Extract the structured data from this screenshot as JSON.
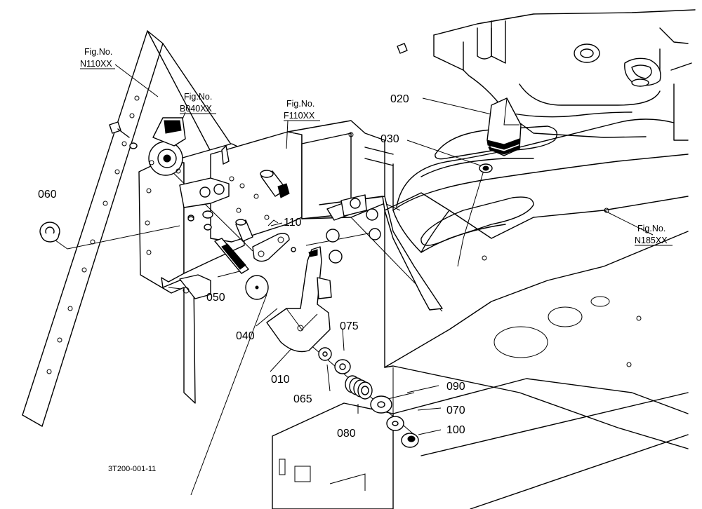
{
  "callouts": [
    {
      "id": "020",
      "text": "020"
    },
    {
      "id": "030",
      "text": "030"
    },
    {
      "id": "060",
      "text": "060"
    },
    {
      "id": "110",
      "text": "110"
    },
    {
      "id": "050",
      "text": "050"
    },
    {
      "id": "040",
      "text": "040"
    },
    {
      "id": "010",
      "text": "010"
    },
    {
      "id": "075",
      "text": "075"
    },
    {
      "id": "065",
      "text": "065"
    },
    {
      "id": "080",
      "text": "080"
    },
    {
      "id": "090",
      "text": "090"
    },
    {
      "id": "070",
      "text": "070"
    },
    {
      "id": "100",
      "text": "100"
    }
  ],
  "figure_refs": [
    {
      "title": "Fig.No.",
      "number": "N110XX"
    },
    {
      "title": "Fig.No.",
      "number": "B040XX"
    },
    {
      "title": "Fig.No.",
      "number": "F110XX"
    },
    {
      "title": "Fig.No.",
      "number": "N185XX"
    }
  ],
  "drawing_code": "3T200-001-11"
}
